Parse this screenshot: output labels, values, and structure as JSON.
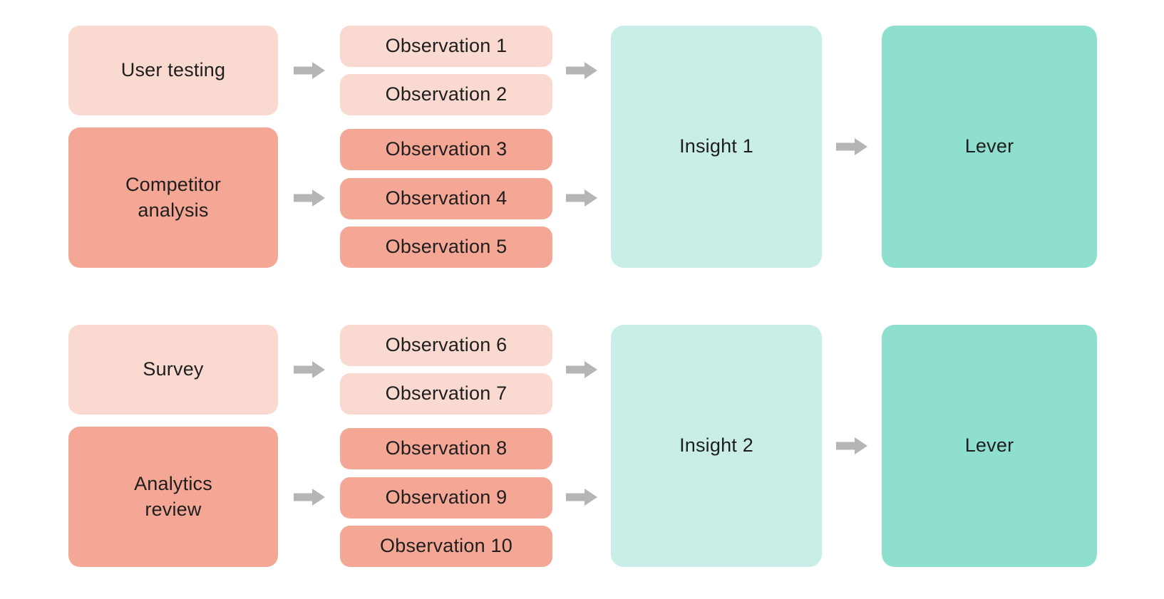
{
  "colors": {
    "background": "#FFFFFF",
    "source_light": "#FADAD0",
    "source_dark": "#F5A796",
    "insight_box": "#C9EDE7",
    "lever_box": "#8EDFCD",
    "arrow": "#B5B5B5",
    "text": "#1E1E1E"
  },
  "icons": {
    "arrow": "right-block-arrow-icon"
  },
  "groups": [
    {
      "sources": [
        {
          "label": "User testing",
          "tone": "light"
        },
        {
          "label": "Competitor analysis",
          "tone": "dark"
        }
      ],
      "observations": [
        {
          "label": "Observation 1",
          "tone": "light"
        },
        {
          "label": "Observation 2",
          "tone": "light"
        },
        {
          "label": "Observation 3",
          "tone": "dark"
        },
        {
          "label": "Observation 4",
          "tone": "dark"
        },
        {
          "label": "Observation 5",
          "tone": "dark"
        }
      ],
      "insight": {
        "label": "Insight 1"
      },
      "lever": {
        "label": "Lever"
      }
    },
    {
      "sources": [
        {
          "label": "Survey",
          "tone": "light"
        },
        {
          "label": "Analytics review",
          "tone": "dark"
        }
      ],
      "observations": [
        {
          "label": "Observation 6",
          "tone": "light"
        },
        {
          "label": "Observation 7",
          "tone": "light"
        },
        {
          "label": "Observation 8",
          "tone": "dark"
        },
        {
          "label": "Observation 9",
          "tone": "dark"
        },
        {
          "label": "Observation 10",
          "tone": "dark"
        }
      ],
      "insight": {
        "label": "Insight 2"
      },
      "lever": {
        "label": "Lever"
      }
    }
  ]
}
